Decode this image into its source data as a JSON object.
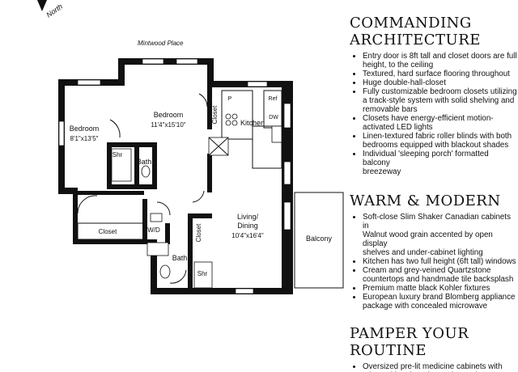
{
  "floorplan": {
    "compass_label": "North",
    "street_label": "Mintwood Place",
    "rooms": {
      "bedroom1": {
        "name": "Bedroom",
        "size": "8'1\"x13'5\""
      },
      "bedroom2": {
        "name": "Bedroom",
        "size": "11'4\"x15'10\""
      },
      "kitchen": "Kitchen",
      "living": {
        "name": "Living/",
        "name2": "Dining",
        "size": "10'4\"x16'4\""
      },
      "balcony": "Balcony",
      "bath1": "Bath",
      "bath2": "Bath",
      "shower1": "Shr",
      "shower2": "Shr",
      "closet_main": "Closet",
      "closet_bedroom": "Closet",
      "closet_living": "Closet",
      "washer_dryer": "W/D",
      "pantry": "P",
      "refrigerator": "Ref",
      "dishwasher": "DW"
    }
  },
  "features": [
    {
      "title_line1": "COMMANDING",
      "title_line2": "ARCHITECTURE",
      "items": [
        "Entry door is 8ft tall and closet doors are full\nheight, to the ceiling",
        "Textured, hard surface flooring throughout",
        "Huge double-hall-closet",
        "Fully customizable bedroom closets utilizing\na track-style system with solid shelving and\nremovable bars",
        "Closets have energy-efficient motion-\nactivated LED lights",
        "Linen-textured fabric roller blinds with both\nbedrooms equipped with blackout shades",
        "Individual 'sleeping porch' formatted balcony\nbreezeway"
      ]
    },
    {
      "title_line1": "WARM & MODERN",
      "title_line2": "",
      "items": [
        "Soft-close Slim Shaker Canadian cabinets in\nWalnut wood grain accented by open display\nshelves and under-cabinet lighting",
        "Kitchen has two full height (6ft tall) windows",
        "Cream and grey-veined Quartzstone\ncountertops and handmade tile backsplash",
        "Premium matte black Kohler fixtures",
        "European luxury brand Blomberg appliance\npackage with concealed microwave"
      ]
    },
    {
      "title_line1": "PAMPER YOUR",
      "title_line2": "ROUTINE",
      "items": [
        "Oversized pre-lit medicine cabinets with\nmirrored interior, Bluetooth speaker,\ntemperature reader, and built-in"
      ]
    }
  ]
}
